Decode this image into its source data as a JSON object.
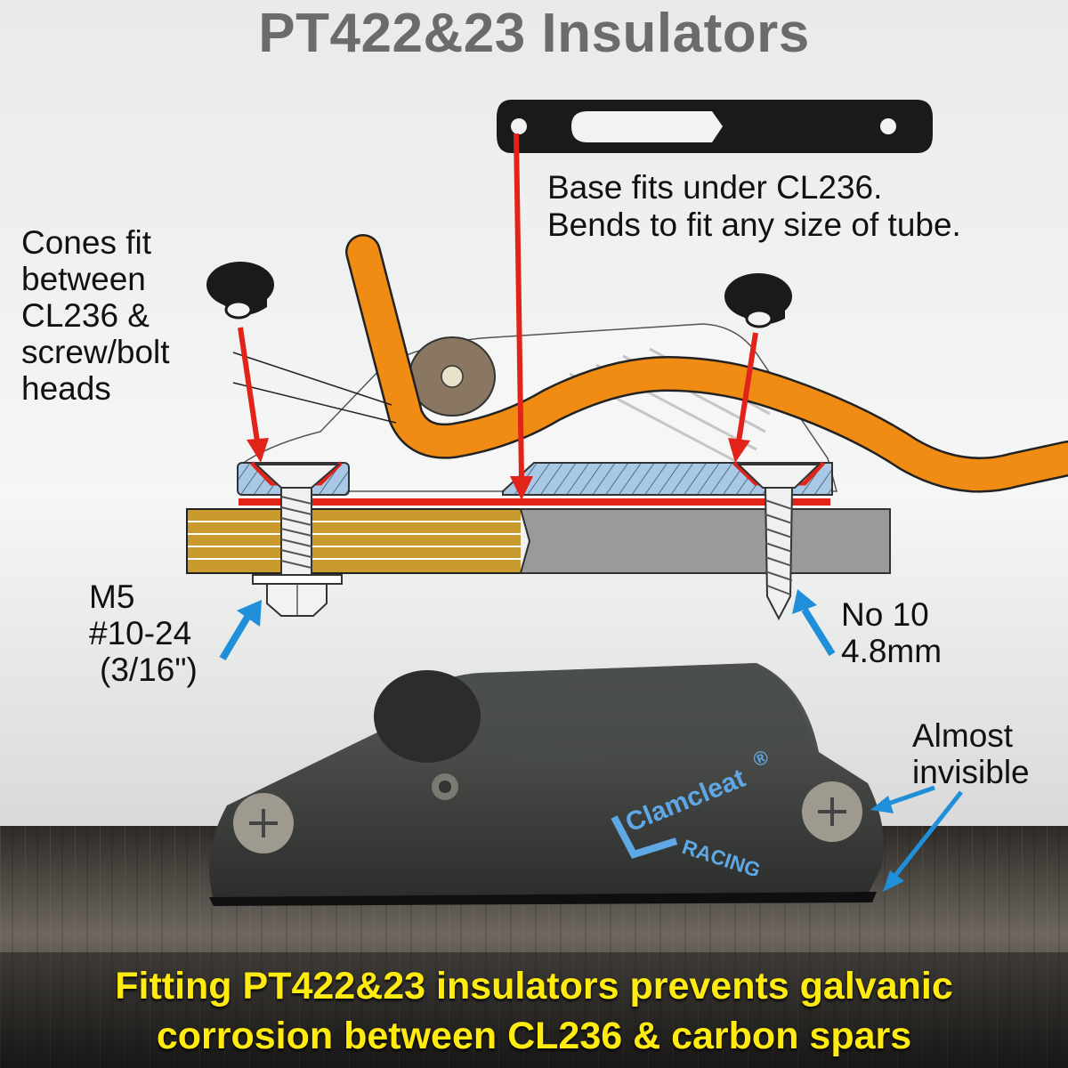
{
  "title": "PT422&23 Insulators",
  "labels": {
    "cones": [
      "Cones fit",
      "between",
      "CL236 &",
      "screw/bolt",
      "heads"
    ],
    "base": [
      "Base fits under CL236.",
      "Bends to fit any size of tube."
    ],
    "bolt": [
      "M5",
      "#10-24",
      "(3/16\")"
    ],
    "screw": [
      "No 10",
      "4.8mm"
    ],
    "invisible": [
      "Almost",
      "invisible"
    ]
  },
  "brand": {
    "name": "Clamcleat",
    "registered": "®",
    "sub": "RACING"
  },
  "footer": [
    "Fitting PT422&23 insulators prevents galvanic",
    "corrosion between CL236 & carbon spars"
  ],
  "colors": {
    "title": "#6b6b6b",
    "arrow_red": "#e2231a",
    "arrow_blue": "#1e8fd8",
    "rope": "#f08c14",
    "insulator": "#1a1a1a",
    "footer_text": "#ffeb10",
    "wood": "#c99a2e",
    "spar": "#9a9a9a"
  },
  "icons": [
    "cone-insulator-icon",
    "base-insulator-icon",
    "cleat-icon",
    "bolt-icon",
    "screw-icon"
  ]
}
